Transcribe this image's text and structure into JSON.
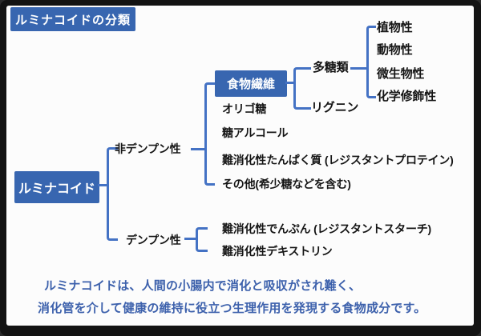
{
  "title": "ルミナコイドの分類",
  "root": {
    "label": "ルミナコイド"
  },
  "branches": {
    "non_starch": {
      "label": "非デンプン性"
    },
    "starch": {
      "label": "デンプン性"
    }
  },
  "fiber": {
    "label": "食物繊維"
  },
  "non_starch_items": [
    "オリゴ糖",
    "糖アルコール",
    "難消化性たんぱく質 (レジスタントプロテイン)",
    "その他(希少糖などを含む)"
  ],
  "fiber_children": {
    "polysaccharides": "多糖類",
    "lignin": "リグニン"
  },
  "polysaccharide_types": [
    "植物性",
    "動物性",
    "微生物性",
    "化学修飾性"
  ],
  "starch_items": [
    "難消化性でんぷん (レジスタントスターチ)",
    "難消化性デキストリン"
  ],
  "note": {
    "line1": "ルミナコイドは、人間の小腸内で消化と吸収がされ難く、",
    "line2": "消化管を介して健康の維持に役立つ生理作用を発現する食物成分です。"
  },
  "colors": {
    "node_blue": "#3866b0",
    "connector_blue": "#4472c4",
    "note_blue": "#3d61ac",
    "label_black": "#151515",
    "frame_black": "#131313",
    "canvas_white": "#fcfcfc"
  }
}
